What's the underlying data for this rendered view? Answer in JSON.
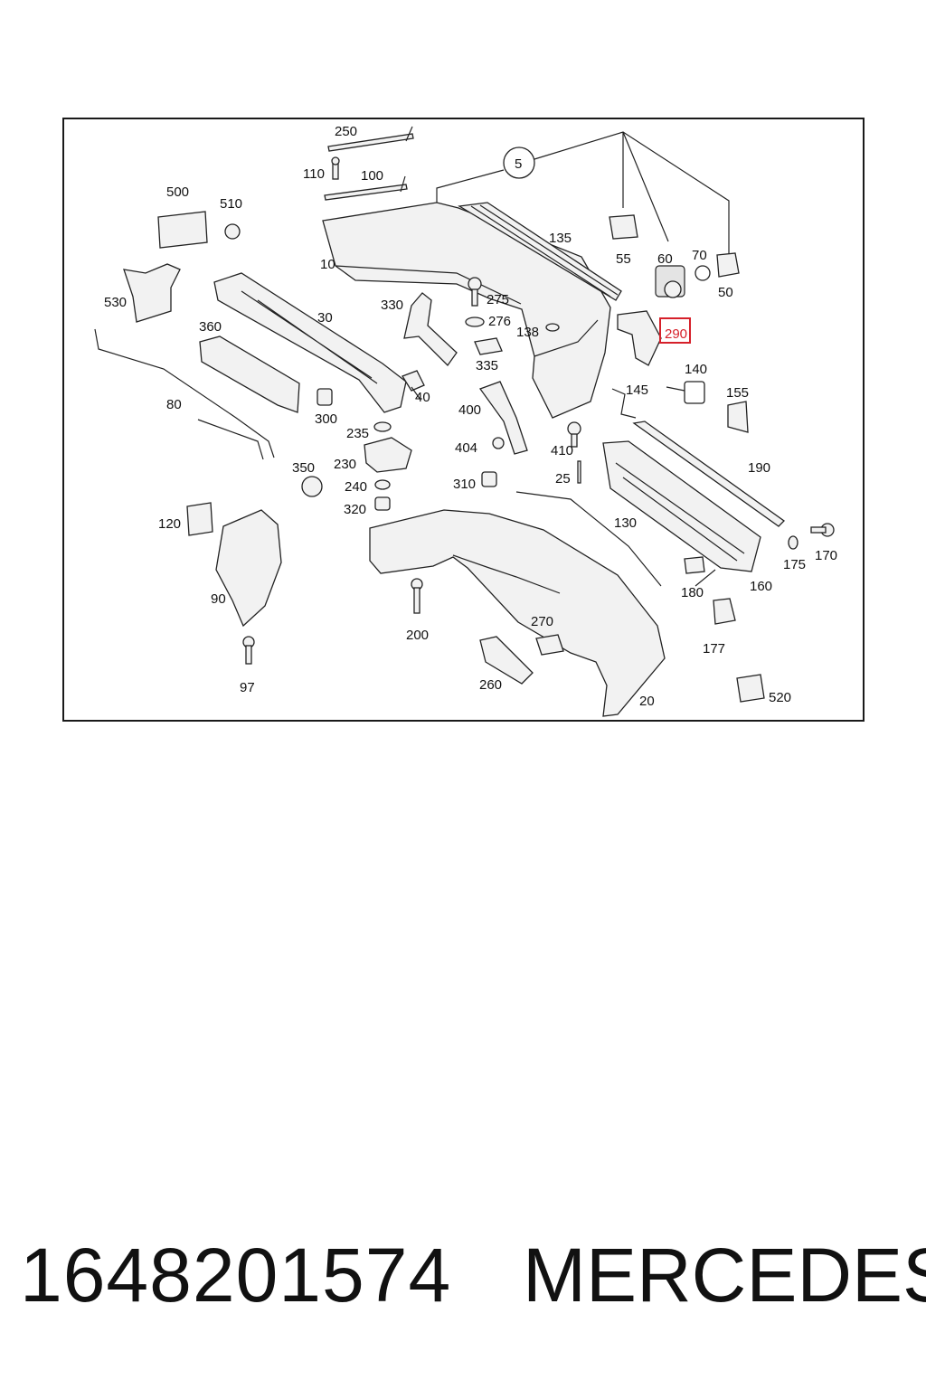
{
  "callouts": [
    {
      "id": "c250",
      "text": "250"
    },
    {
      "id": "c110",
      "text": "110"
    },
    {
      "id": "c100",
      "text": "100"
    },
    {
      "id": "c5",
      "text": "5"
    },
    {
      "id": "c500",
      "text": "500"
    },
    {
      "id": "c510",
      "text": "510"
    },
    {
      "id": "c10",
      "text": "10"
    },
    {
      "id": "c135",
      "text": "135"
    },
    {
      "id": "c55",
      "text": "55"
    },
    {
      "id": "c60",
      "text": "60"
    },
    {
      "id": "c70",
      "text": "70"
    },
    {
      "id": "c50",
      "text": "50"
    },
    {
      "id": "c530",
      "text": "530"
    },
    {
      "id": "c360",
      "text": "360"
    },
    {
      "id": "c30",
      "text": "30"
    },
    {
      "id": "c330",
      "text": "330"
    },
    {
      "id": "c275",
      "text": "275"
    },
    {
      "id": "c276",
      "text": "276"
    },
    {
      "id": "c138",
      "text": "138"
    },
    {
      "id": "c290",
      "text": "290"
    },
    {
      "id": "c335",
      "text": "335"
    },
    {
      "id": "c40",
      "text": "40"
    },
    {
      "id": "c140",
      "text": "140"
    },
    {
      "id": "c145",
      "text": "145"
    },
    {
      "id": "c155",
      "text": "155"
    },
    {
      "id": "c80",
      "text": "80"
    },
    {
      "id": "c300",
      "text": "300"
    },
    {
      "id": "c400",
      "text": "400"
    },
    {
      "id": "c235",
      "text": "235"
    },
    {
      "id": "c404",
      "text": "404"
    },
    {
      "id": "c410",
      "text": "410"
    },
    {
      "id": "c230",
      "text": "230"
    },
    {
      "id": "c350",
      "text": "350"
    },
    {
      "id": "c190",
      "text": "190"
    },
    {
      "id": "c25",
      "text": "25"
    },
    {
      "id": "c310",
      "text": "310"
    },
    {
      "id": "c240",
      "text": "240"
    },
    {
      "id": "c320",
      "text": "320"
    },
    {
      "id": "c120",
      "text": "120"
    },
    {
      "id": "c130",
      "text": "130"
    },
    {
      "id": "c175",
      "text": "175"
    },
    {
      "id": "c170",
      "text": "170"
    },
    {
      "id": "c160",
      "text": "160"
    },
    {
      "id": "c180",
      "text": "180"
    },
    {
      "id": "c90",
      "text": "90"
    },
    {
      "id": "c200",
      "text": "200"
    },
    {
      "id": "c270",
      "text": "270"
    },
    {
      "id": "c177",
      "text": "177"
    },
    {
      "id": "c97",
      "text": "97"
    },
    {
      "id": "c260",
      "text": "260"
    },
    {
      "id": "c20",
      "text": "20"
    },
    {
      "id": "c520",
      "text": "520"
    }
  ],
  "highlighted_callout": "290",
  "highlight_color": "#d6202a",
  "footer": {
    "part_number": "1648201574",
    "brand": "MERCEDES"
  }
}
